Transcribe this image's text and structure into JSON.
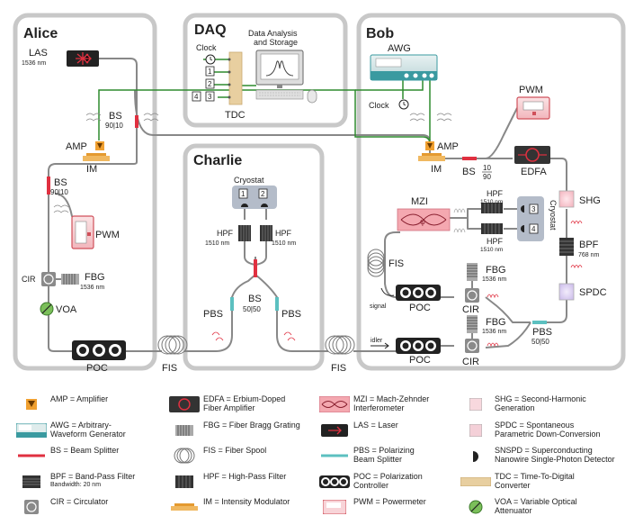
{
  "sections": {
    "alice": "Alice",
    "bob": "Bob",
    "charlie": "Charlie",
    "daq": "DAQ"
  },
  "daq": {
    "clock_label": "Clock",
    "channels": [
      "1",
      "2",
      "3",
      "4"
    ],
    "tdc_label": "TDC",
    "analysis_line1": "Data Analysis",
    "analysis_line2": "and Storage"
  },
  "alice": {
    "las_label": "LAS",
    "las_wavelength": "1536 nm",
    "bs_top_label": "BS",
    "bs_top_ratio": "90|10",
    "amp_label": "AMP",
    "im_label": "IM",
    "bs_mid_label": "BS",
    "bs_mid_ratio": "90|10",
    "pwm_label": "PWM",
    "cir_label": "CIR",
    "fbg_label": "FBG",
    "fbg_wavelength": "1536 nm",
    "voa_label": "VOA",
    "poc_label": "POC"
  },
  "links": {
    "fis_left": "FIS",
    "fis_right": "FIS"
  },
  "charlie": {
    "cryostat_label": "Cryostat",
    "det1": "1",
    "det2": "2",
    "hpf_label": "HPF",
    "hpf_wavelength": "1510 nm",
    "bs_label": "BS",
    "bs_ratio": "50|50",
    "pbs_label": "PBS"
  },
  "bob": {
    "awg_label": "AWG",
    "clock_label": "Clock",
    "pwm_label": "PWM",
    "amp_label": "AMP",
    "im_label": "IM",
    "bs_label": "BS",
    "bs_ratio_top": "10",
    "bs_ratio_bottom": "90",
    "edfa_label": "EDFA",
    "shg_label": "SHG",
    "bpf_label": "BPF",
    "bpf_wavelength": "768 nm",
    "spdc_label": "SPDC",
    "mzi_label": "MZI",
    "hpf_label": "HPF",
    "hpf_wavelength": "1510 nm",
    "cryostat_label": "Cryostat",
    "det3": "3",
    "det4": "4",
    "fis_label": "FIS",
    "signal_label": "signal",
    "idler_label": "idler",
    "poc_label": "POC",
    "cir_label": "CIR",
    "fbg_label": "FBG",
    "fbg_wavelength": "1536 nm",
    "pbs_label": "PBS",
    "pbs_ratio": "50|50"
  },
  "legend": [
    {
      "key": "amp",
      "icon": "amplifier-icon",
      "line1": "AMP = Amplifier",
      "line2": ""
    },
    {
      "key": "awg",
      "icon": "awg-icon",
      "line1": "AWG = Arbitrary-",
      "line2": "Waveform Generator"
    },
    {
      "key": "bs",
      "icon": "beam-splitter-icon",
      "line1": "BS = Beam Splitter",
      "line2": ""
    },
    {
      "key": "bpf",
      "icon": "band-pass-filter-icon",
      "line1": "BPF = Band-Pass Filter",
      "line2": "",
      "line3": "Bandwidth: 20 nm"
    },
    {
      "key": "cir",
      "icon": "circulator-icon",
      "line1": "CIR = Circulator",
      "line2": ""
    },
    {
      "key": "edfa",
      "icon": "edfa-icon",
      "line1": "EDFA = Erbium-Doped",
      "line2": "Fiber Amplifier"
    },
    {
      "key": "fbg",
      "icon": "fiber-bragg-grating-icon",
      "line1": "FBG = Fiber Bragg Grating",
      "line2": ""
    },
    {
      "key": "fis",
      "icon": "fiber-spool-icon",
      "line1": "FIS = Fiber Spool",
      "line2": ""
    },
    {
      "key": "hpf",
      "icon": "high-pass-filter-icon",
      "line1": "HPF = High-Pass Filter",
      "line2": ""
    },
    {
      "key": "im",
      "icon": "intensity-modulator-icon",
      "line1": "IM = Intensity Modulator",
      "line2": ""
    },
    {
      "key": "mzi",
      "icon": "mzi-icon",
      "line1": "MZI = Mach-Zehnder",
      "line2": "Interferometer"
    },
    {
      "key": "las",
      "icon": "laser-icon",
      "line1": "LAS = Laser",
      "line2": ""
    },
    {
      "key": "pbs",
      "icon": "polarizing-beam-splitter-icon",
      "line1": "PBS = Polarizing",
      "line2": "Beam Splitter"
    },
    {
      "key": "poc",
      "icon": "polarization-controller-icon",
      "line1": "POC = Polarization",
      "line2": "Controller"
    },
    {
      "key": "pwm",
      "icon": "powermeter-icon",
      "line1": "PWM = Powermeter",
      "line2": ""
    },
    {
      "key": "shg",
      "icon": "shg-icon",
      "line1": "SHG = Second-Harmonic",
      "line2": "Generation"
    },
    {
      "key": "spdc",
      "icon": "spdc-icon",
      "line1": "SPDC = Spontaneous",
      "line2": "Parametric Down-Conversion"
    },
    {
      "key": "snspd",
      "icon": "snspd-icon",
      "line1": "SNSPD = Superconducting",
      "line2": "Nanowire Single-Photon Detector"
    },
    {
      "key": "tdc",
      "icon": "tdc-icon",
      "line1": "TDC = Time-To-Digital",
      "line2": "Converter"
    },
    {
      "key": "voa",
      "icon": "voa-icon",
      "line1": "VOA = Variable Optical",
      "line2": "Attenuator"
    }
  ],
  "colors": {
    "box_border": "#c8c8c8",
    "fiber": "#888888",
    "green_wire": "#2e8b2e",
    "red_bs": "#e03040",
    "teal_pbs": "#5cc0c0",
    "amp_orange": "#f0a030",
    "im_orange": "#f0b860",
    "mzi_pink": "#f4a8b0",
    "awg_teal": "#3a9aa0"
  }
}
